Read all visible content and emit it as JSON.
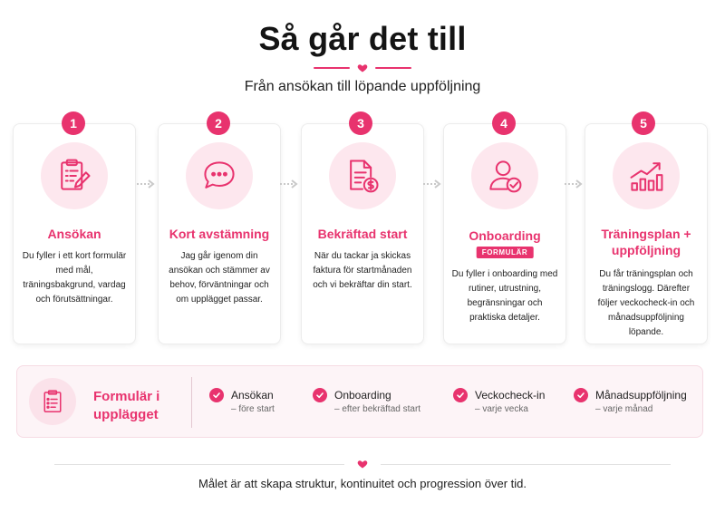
{
  "header": {
    "title": "Så går det till",
    "subtitle": "Från ansökan till löpande uppföljning"
  },
  "steps": [
    {
      "number": "1",
      "title": "Ansökan",
      "description": "Du fyller i ett kort formulär med mål, träningsbakgrund, vardag och förutsättningar.",
      "icon": "clipboard-pen-icon"
    },
    {
      "number": "2",
      "title": "Kort avstämning",
      "description": "Jag går igenom din ansökan och stämmer av behov, förväntningar och om upplägget passar.",
      "icon": "chat-bubble-icon"
    },
    {
      "number": "3",
      "title": "Bekräftad start",
      "description": "När du tackar ja skickas faktura för startmånaden och vi bekräftar din start.",
      "icon": "invoice-dollar-icon"
    },
    {
      "number": "4",
      "title": "Onboarding",
      "badge": "FORMULÄR",
      "description": "Du fyller i onboarding med rutiner, utrustning, begränsningar och praktiska detaljer.",
      "icon": "user-check-icon"
    },
    {
      "number": "5",
      "title": "Träningsplan + uppföljning",
      "description": "Du får träningsplan och träningslogg. Därefter följer veckocheck-in och månadsuppföljning löpande.",
      "icon": "growth-chart-icon"
    }
  ],
  "forms": {
    "title": "Formulär i upplägget",
    "items": [
      {
        "label": "Ansökan",
        "sub": "– före start"
      },
      {
        "label": "Onboarding",
        "sub": "– efter bekräftad start"
      },
      {
        "label": "Veckocheck-in",
        "sub": "– varje vecka"
      },
      {
        "label": "Månadsuppföljning",
        "sub": "– varje månad"
      }
    ]
  },
  "footer": {
    "text": "Målet är att skapa struktur, kontinuitet och progression över tid."
  },
  "colors": {
    "accent": "#e8336e",
    "accent_light": "#fde7ee",
    "box_bg": "#fdf4f7"
  }
}
